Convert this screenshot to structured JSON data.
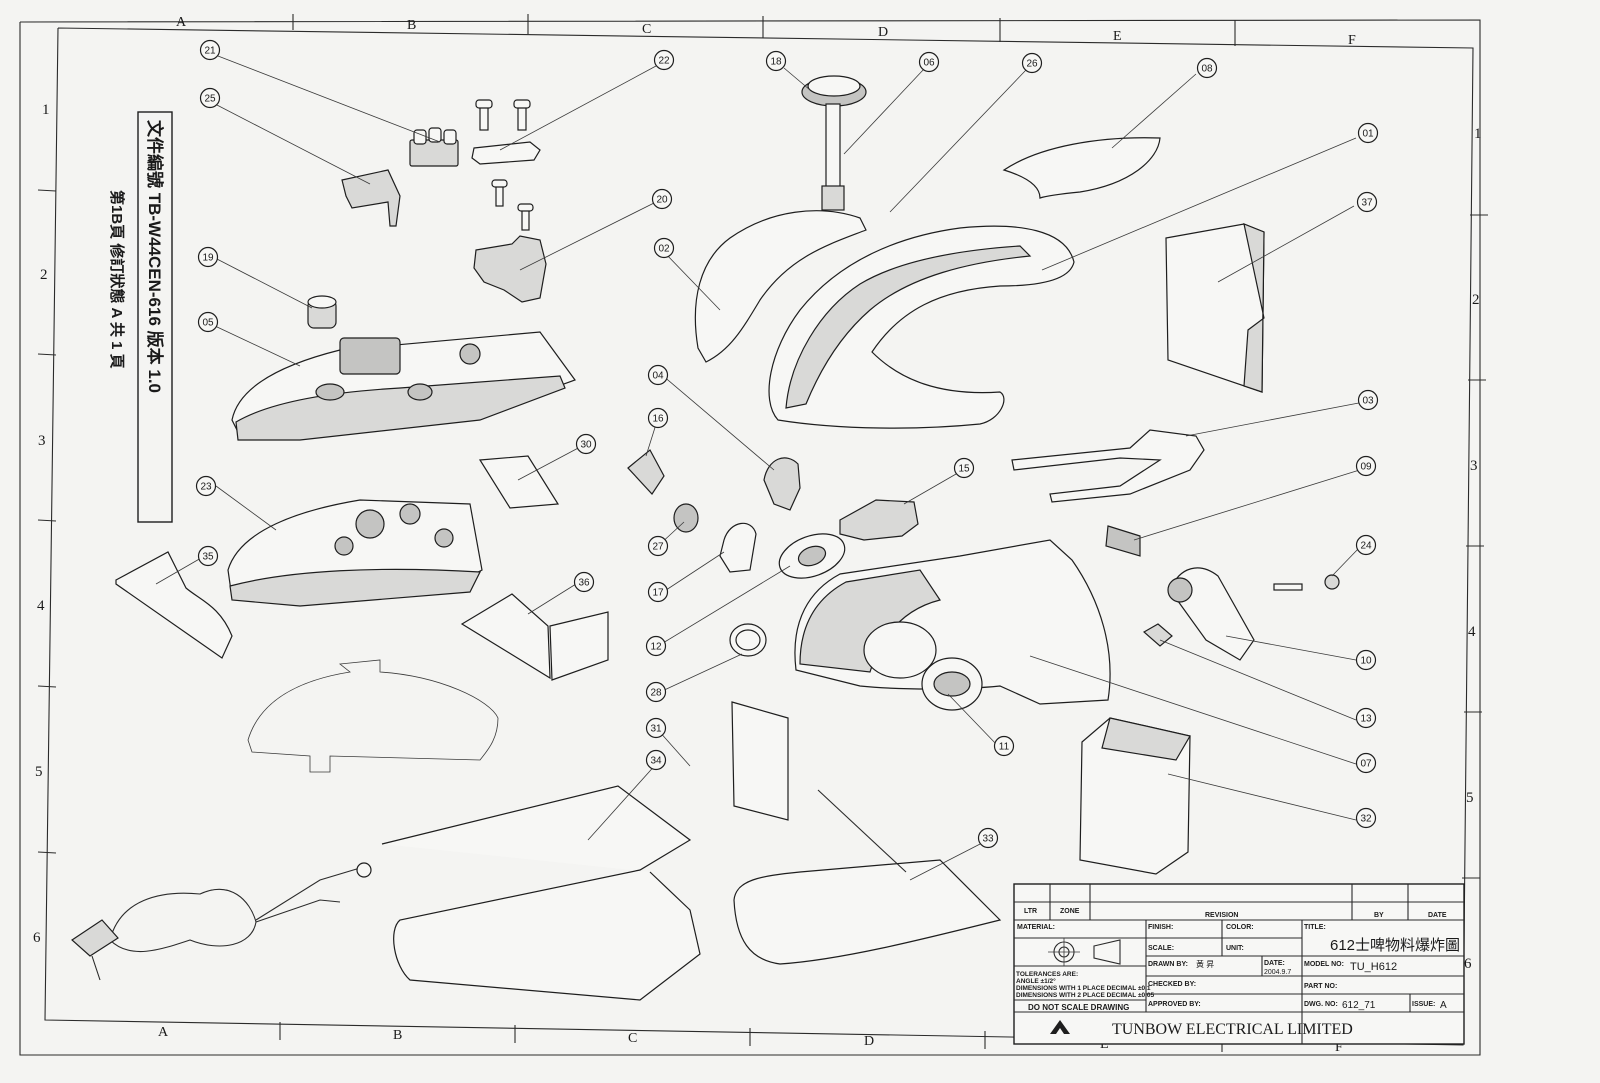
{
  "zones": {
    "columns": [
      "A",
      "B",
      "C",
      "D",
      "E",
      "F"
    ],
    "rows_left": [
      "1",
      "2",
      "3",
      "4",
      "5",
      "6"
    ],
    "rows_right": [
      "1",
      "2",
      "3",
      "4",
      "5",
      "6"
    ]
  },
  "callouts": [
    "21",
    "25",
    "22",
    "18",
    "06",
    "26",
    "08",
    "01",
    "37",
    "19",
    "20",
    "02",
    "05",
    "04",
    "16",
    "03",
    "30",
    "15",
    "09",
    "23",
    "27",
    "24",
    "35",
    "17",
    "12",
    "36",
    "10",
    "28",
    "13",
    "31",
    "11",
    "07",
    "34",
    "32",
    "33"
  ],
  "title_block": {
    "ltr": "LTR",
    "zone": "ZONE",
    "revision": "REVISION",
    "by": "BY",
    "date": "DATE",
    "material": "MATERIAL:",
    "finish": "FINISH:",
    "color": "COLOR:",
    "title_label": "TITLE:",
    "title_value": "612士啤物料爆炸圖",
    "scale": "SCALE:",
    "unit": "UNIT:",
    "drawn_by": "DRAWN BY:",
    "drawn_by_value": "黃 昇",
    "date_label": "DATE:",
    "date_value": "2004.9.7",
    "model_no": "MODEL NO:",
    "model_value": "TU_H612",
    "tolerances": [
      "TOLERANCES ARE:",
      "ANGLE ±1/2°",
      "DIMENSIONS WITH 1 PLACE DECIMAL ±0.1",
      "DIMENSIONS WITH 2 PLACE DECIMAL ±0.05"
    ],
    "do_not_scale": "DO NOT SCALE DRAWING",
    "checked_by": "CHECKED BY:",
    "part_no": "PART NO:",
    "approved_by": "APPROVED BY:",
    "dwg_no": "DWG. NO:",
    "dwg_value": "612_71",
    "issue": "ISSUE:",
    "issue_value": "A",
    "company": "TUNBOW ELECTRICAL LIMITED"
  },
  "stamp": {
    "line1": "文件編號 TB-W44CEN-616 版本 1.0",
    "line2": "第1B頁 修訂狀態 A 共 1 頁"
  }
}
